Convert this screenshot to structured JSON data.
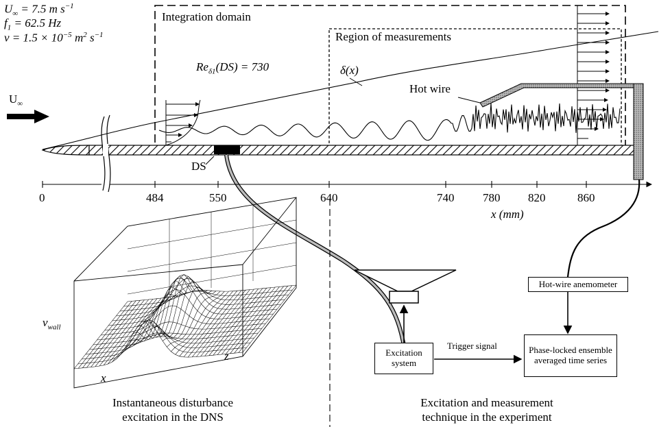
{
  "params": {
    "u_line": "U∞ = 7.5 m s−1",
    "f_line": "f1 = 62.5 Hz",
    "nu_line": "ν = 1.5 × 10−5 m2 s−1"
  },
  "labels": {
    "u_inf": "U∞",
    "integration_domain": "Integration domain",
    "region_measurements": "Region of measurements",
    "reynolds": "Reδ1(DS) = 730",
    "delta": "δ(x)",
    "hot_wire": "Hot wire",
    "ds": "DS",
    "x_axis": "x (mm)",
    "v_wall": "vwall",
    "x_small": "x",
    "z_small": "z"
  },
  "axis": {
    "ticks": [
      "0",
      "484",
      "550",
      "640",
      "740",
      "780",
      "820",
      "860"
    ]
  },
  "boxes": {
    "anemometer": "Hot-wire anemometer",
    "excitation": "Excitation system",
    "phase_locked": "Phase-locked ensemble averaged time series",
    "trigger": "Trigger signal"
  },
  "captions": {
    "left": "Instantaneous disturbance excitation in the DNS",
    "right": "Excitation and measurement technique in the experiment"
  }
}
